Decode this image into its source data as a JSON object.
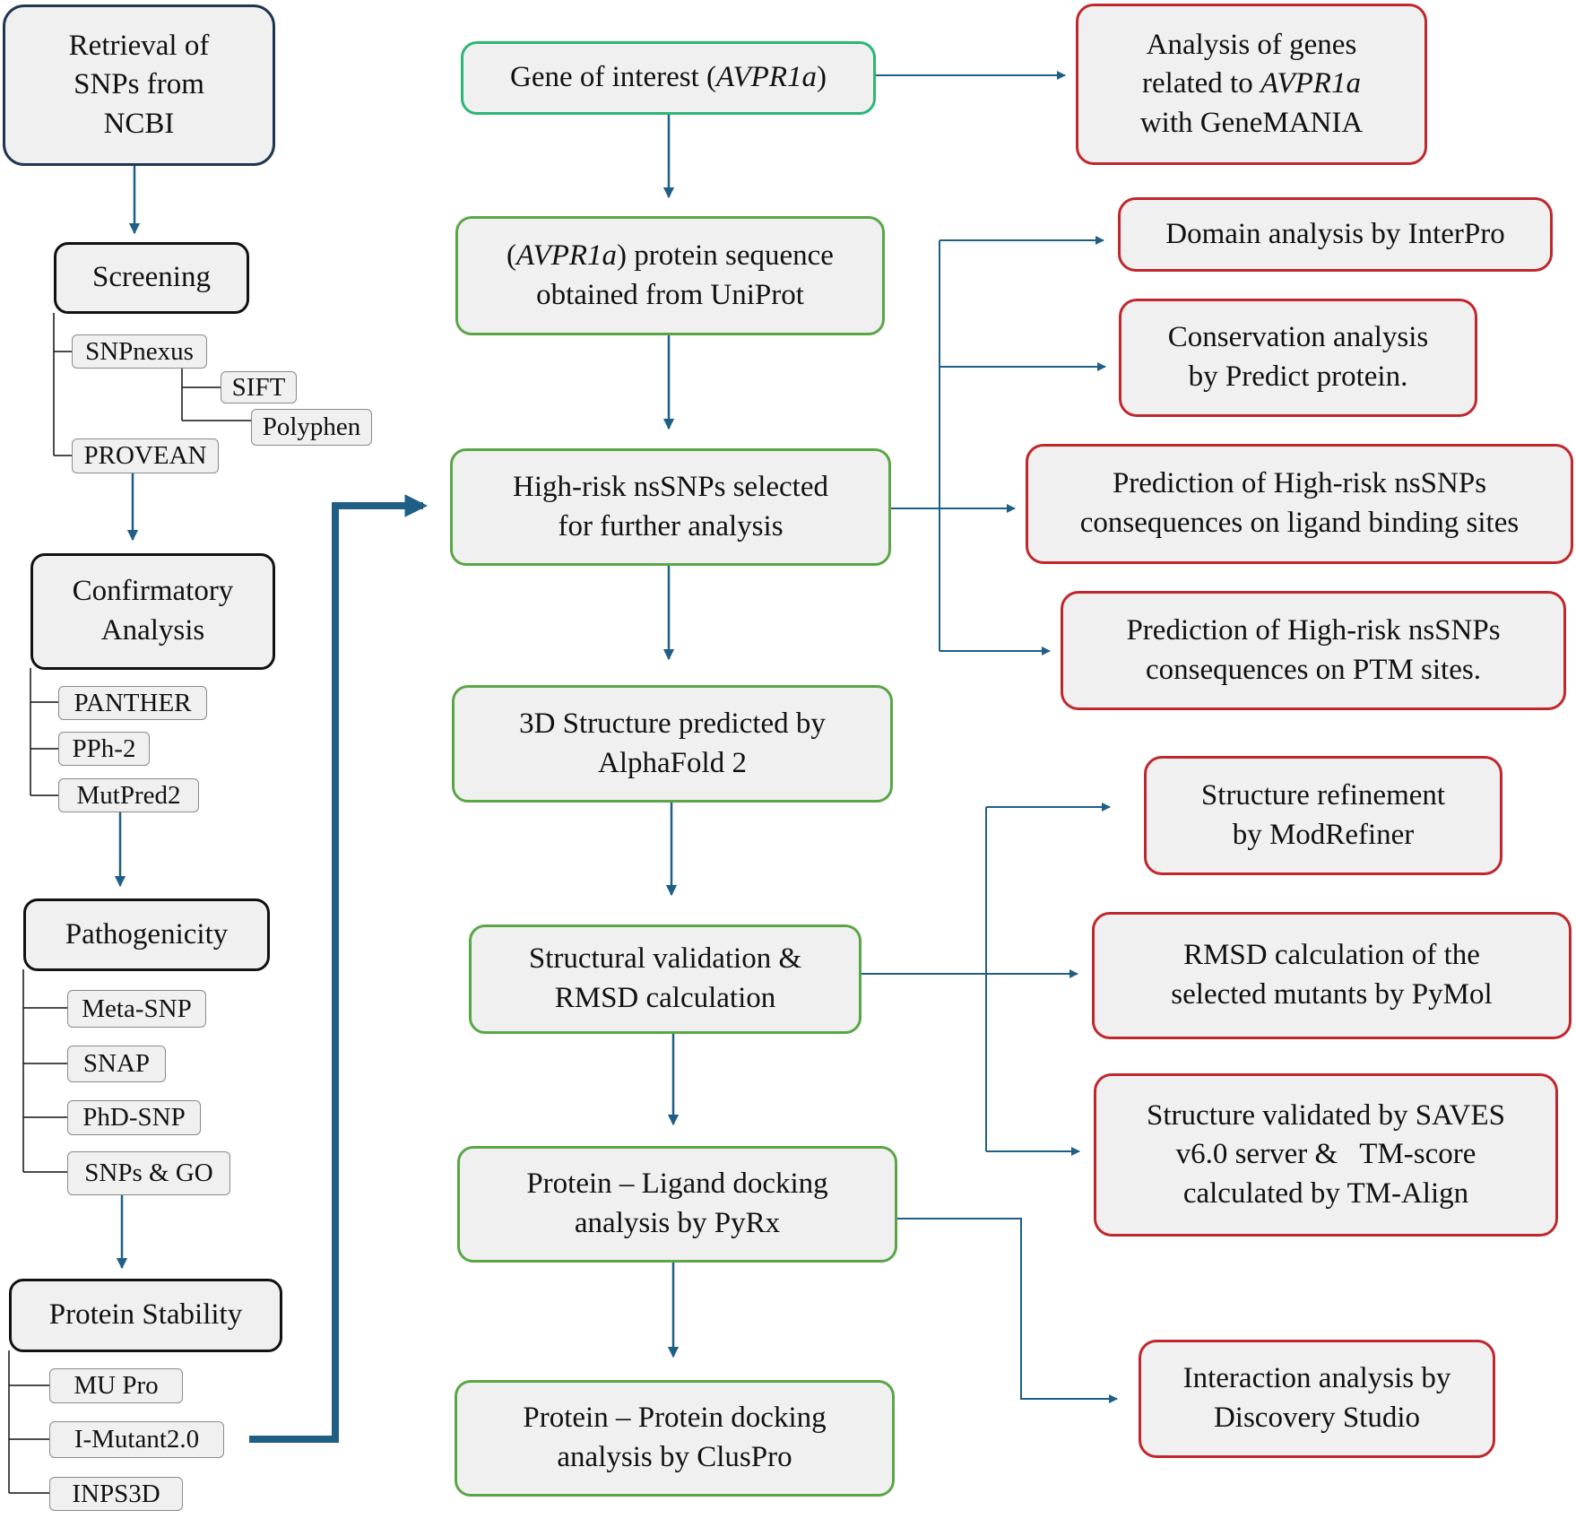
{
  "left_column": {
    "retrieval": [
      "Retrieval of",
      "SNPs from",
      "NCBI"
    ],
    "screening": {
      "title": "Screening",
      "tools": [
        "SNPnexus",
        "SIFT",
        "Polyphen",
        "PROVEAN"
      ]
    },
    "confirmatory": {
      "title": [
        "Confirmatory",
        "Analysis"
      ],
      "tools": [
        "PANTHER",
        "PPh-2",
        "MutPred2"
      ]
    },
    "pathogenicity": {
      "title": "Pathogenicity",
      "tools": [
        "Meta-SNP",
        "SNAP",
        "PhD-SNP",
        "SNPs & GO"
      ]
    },
    "stability": {
      "title": "Protein Stability",
      "tools": [
        "MU Pro",
        "I-Mutant2.0",
        "INPS3D"
      ]
    }
  },
  "center_column": {
    "gene": {
      "prefix": "Gene of interest (",
      "gene": "AVPR1a",
      "suffix": ")"
    },
    "sequence": {
      "line1_prefix": "(",
      "gene": "AVPR1a",
      "line1_suffix": ") protein sequence",
      "line2": "obtained from UniProt"
    },
    "high_risk": [
      "High-risk nsSNPs selected",
      "for further analysis"
    ],
    "structure": [
      "3D Structure predicted by",
      "AlphaFold 2"
    ],
    "validation": [
      "Structural validation &",
      "RMSD calculation"
    ],
    "ligand_docking": [
      "Protein – Ligand docking",
      "analysis by PyRx"
    ],
    "protein_docking": [
      "Protein – Protein docking",
      "analysis by ClusPro"
    ]
  },
  "right_column": {
    "genemania": {
      "line1": "Analysis of genes",
      "line2_prefix": "related to ",
      "gene": "AVPR1a",
      "line3": "with GeneMANIA"
    },
    "interpro": "Domain analysis by InterPro",
    "conservation": [
      "Conservation analysis",
      "by Predict protein."
    ],
    "ligand_sites": [
      "Prediction of High-risk nsSNPs",
      "consequences on ligand binding sites"
    ],
    "ptm_sites": [
      "Prediction of High-risk nsSNPs",
      "consequences on PTM sites."
    ],
    "modrefiner": [
      "Structure refinement",
      "by ModRefiner"
    ],
    "pymol": [
      "RMSD calculation of the",
      "selected mutants by PyMol"
    ],
    "saves": [
      "Structure validated by SAVES",
      "v6.0 server &   TM-score",
      "calculated by TM-Align"
    ],
    "discovery": [
      "Interaction analysis by",
      "Discovery Studio"
    ]
  },
  "colors": {
    "arrow": "#1f5f86",
    "thick_arrow": "#1f5f86",
    "green_border": "#5aa646",
    "top_green_border": "#2bb673",
    "red_border": "#c0272d",
    "navy_border": "#1f3550",
    "box_fill": "#f0f0f0"
  }
}
